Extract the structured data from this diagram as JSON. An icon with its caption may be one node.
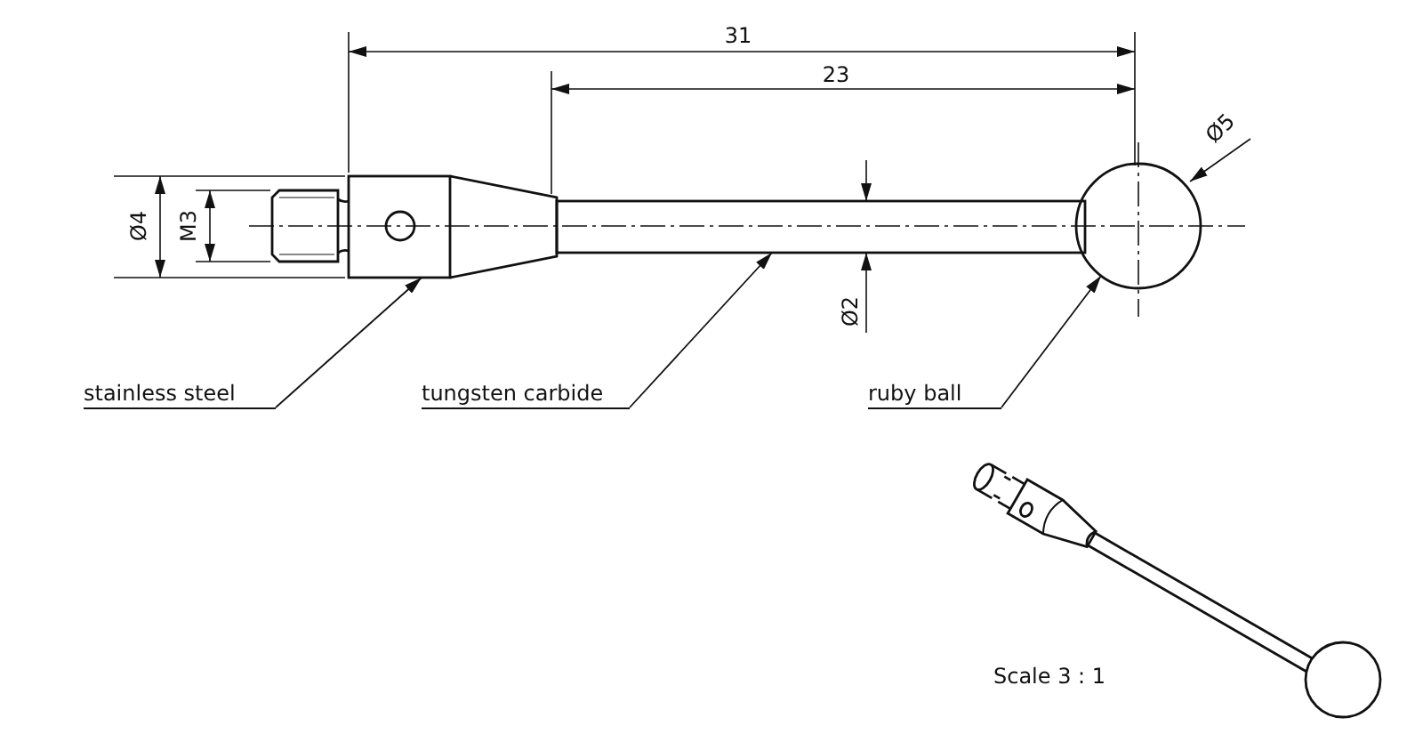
{
  "diagram": {
    "nodes": [
      {
        "text": [],
        "shape": "picture"
      },
      {
        "text": [],
        "shape": "bar"
      },
      {
        "text": [],
        "shape": "circle"
      },
      {
        "text": [
          "stainless steel"
        ]
      },
      {
        "text": [
          "tungsten carbide"
        ]
      },
      {
        "text": [
          "ruby ball"
        ]
      }
    ],
    "edges": [
      {
        "from": 3,
        "to": 0,
        "arrow": "to"
      },
      {
        "from": 4,
        "to": 1,
        "arrow": "to"
      },
      {
        "from": 5,
        "to": 2,
        "arrow": "to"
      }
    ],
    "labels": [
      "31",
      "23",
      "Ø5",
      "Ø4",
      "M3",
      "Ø2",
      "Scale 3 : 1"
    ]
  }
}
